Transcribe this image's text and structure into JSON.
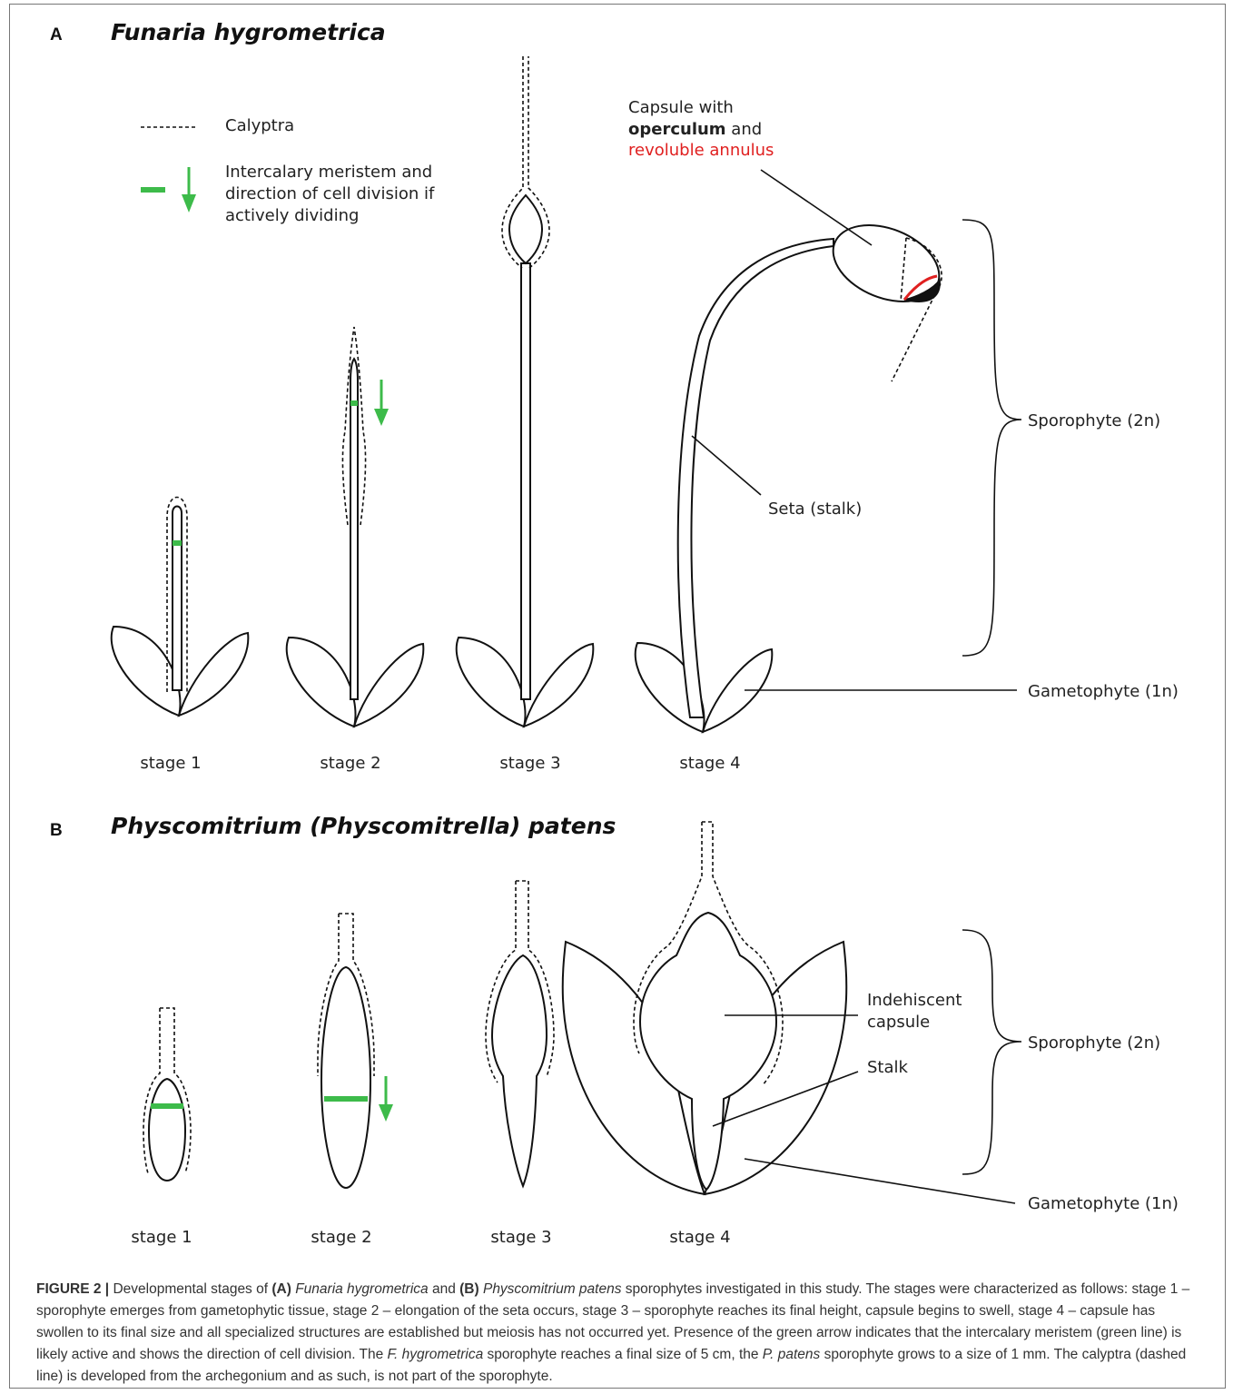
{
  "colors": {
    "meristem": "#3dbb4a",
    "annulus": "#e02020",
    "operculum": "#111111",
    "line": "#111111"
  },
  "panel_a": {
    "letter": "A",
    "title": "Funaria hygrometrica",
    "legend": {
      "calyptra": "Calyptra",
      "meristem_line1": "Intercalary meristem and",
      "meristem_line2": "direction of cell division if",
      "meristem_line3": "actively dividing"
    },
    "capsule_label_line1": "Capsule with",
    "capsule_label_bold": "operculum",
    "capsule_label_and": " and",
    "capsule_label_red": "revoluble annulus",
    "seta_label": "Seta (stalk)",
    "sporophyte_label": "Sporophyte (2n)",
    "gametophyte_label": "Gametophyte (1n)",
    "stages": [
      "stage 1",
      "stage 2",
      "stage 3",
      "stage 4"
    ]
  },
  "panel_b": {
    "letter": "B",
    "title": "Physcomitrium (Physcomitrella) patens",
    "capsule_label_line1": "Indehiscent",
    "capsule_label_line2": "capsule",
    "stalk_label": "Stalk",
    "sporophyte_label": "Sporophyte (2n)",
    "gametophyte_label": "Gametophyte (1n)",
    "stages": [
      "stage 1",
      "stage 2",
      "stage 3",
      "stage 4"
    ]
  },
  "caption": {
    "figure_label": "FIGURE 2 |",
    "t1": " Developmental stages of ",
    "a_label": "(A)",
    "a_species": " Funaria hygrometrica",
    "t2": " and ",
    "b_label": "(B)",
    "b_species": " Physcomitrium patens",
    "t3": " sporophytes investigated in this study. The stages were characterized as follows: stage 1 – sporophyte emerges from gametophytic tissue, stage 2 – elongation of the seta occurs, stage 3 – sporophyte reaches its final height, capsule begins to swell, stage 4 – capsule has swollen to its final size and all specialized structures are established but meiosis has not occurred yet. Presence of the green arrow indicates that the intercalary meristem (green line) is likely active and shows the direction of cell division. The ",
    "f_species": "F. hygrometrica",
    "t4": " sporophyte reaches a final size of 5 cm, the ",
    "p_species": "P. patens",
    "t5": " sporophyte grows to a size of 1 mm. The calyptra (dashed line) is developed from the archegonium and as such, is not part of the sporophyte."
  }
}
